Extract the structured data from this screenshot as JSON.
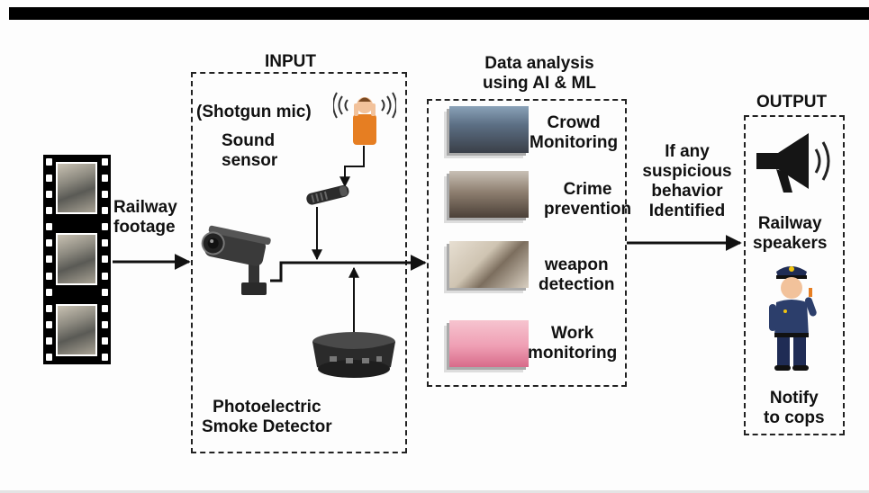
{
  "labels": {
    "input_title": "INPUT",
    "analysis_title_1": "Data analysis",
    "analysis_title_2": "using  AI & ML",
    "output_title": "OUTPUT",
    "shotgun_mic": "(Shotgun mic)",
    "sound_sensor_1": "Sound",
    "sound_sensor_2": "sensor",
    "railway_footage_1": "Railway",
    "railway_footage_2": "footage",
    "smoke_detector_1": "Photoelectric",
    "smoke_detector_2": "Smoke Detector",
    "suspicious_1": "If any",
    "suspicious_2": "suspicious",
    "suspicious_3": "behavior",
    "suspicious_4": "Identified",
    "speakers_1": "Railway",
    "speakers_2": "speakers",
    "cops_1": "Notify",
    "cops_2": "to cops"
  },
  "analysis_items": [
    {
      "line1": "Crowd",
      "line2": "Monitoring"
    },
    {
      "line1": "Crime",
      "line2": "prevention"
    },
    {
      "line1": "weapon",
      "line2": "detection"
    },
    {
      "line1": "Work",
      "line2": "monitoring"
    }
  ],
  "icons": {
    "film": "film-strip-icon",
    "camera": "cctv-camera-icon",
    "mic": "shotgun-mic-icon",
    "listener": "listening-person-icon",
    "smoke": "smoke-detector-icon",
    "megaphone": "megaphone-icon",
    "police": "police-officer-icon"
  },
  "colors": {
    "arrow": "#111111",
    "box_border": "#222222",
    "person_shirt": "#e67e22",
    "police_uniform": "#2c3e6b"
  }
}
